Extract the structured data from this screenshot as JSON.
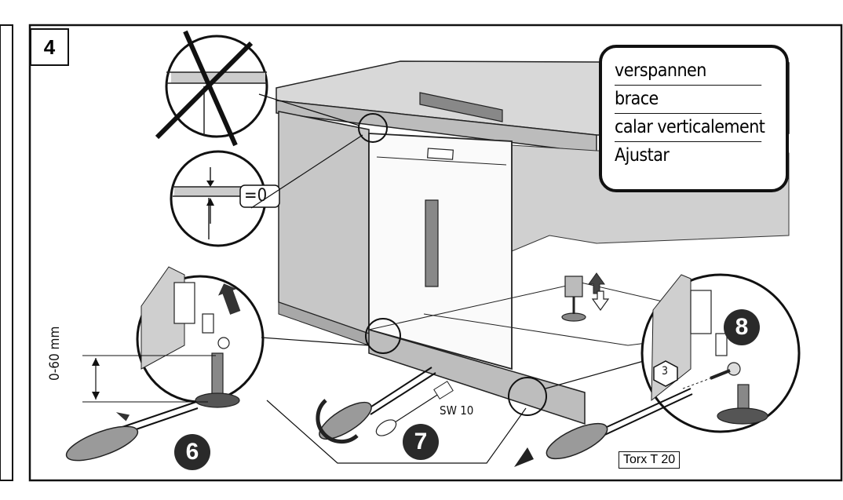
{
  "step_number": "4",
  "legend": [
    "verspannen",
    "brace",
    "calar verticalement",
    "Ajustar"
  ],
  "callouts": {
    "equal_zero": "=0",
    "height_range": "0-60 mm",
    "wrench_size": "SW 10",
    "screw_ref": "3",
    "torx": "Torx T 20"
  },
  "badges": [
    "6",
    "7",
    "8"
  ],
  "colors": {
    "ink": "#111111",
    "gray": "#cfcfcf",
    "dark": "#2a2a2a"
  }
}
